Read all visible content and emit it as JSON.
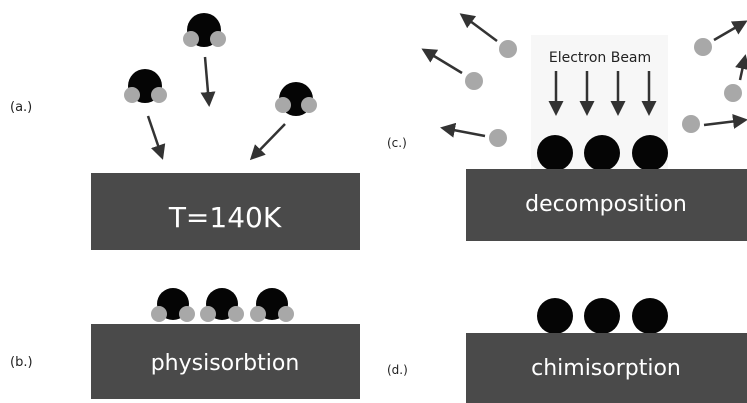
{
  "panels": {
    "a": {
      "tag": "(a.)",
      "slab_text": "T=140K"
    },
    "b": {
      "tag": "(b.)",
      "slab_text": "physisorbtion"
    },
    "c": {
      "tag": "(c.)",
      "slab_text": "decomposition",
      "beam_label": "Electron Beam"
    },
    "d": {
      "tag": "(d.)",
      "slab_text": "chimisorption"
    }
  },
  "colors": {
    "slab": "#4a4a4a",
    "slab_text": "#ffffff",
    "metal_atom": "#050505",
    "ligand": "#a8a8a8",
    "arrow": "#333333",
    "beam_bg": "#f7f7f7"
  },
  "icons": {
    "molecule": "metal-center-with-two-ligands",
    "atom": "black-sphere",
    "ligand": "grey-sphere"
  }
}
